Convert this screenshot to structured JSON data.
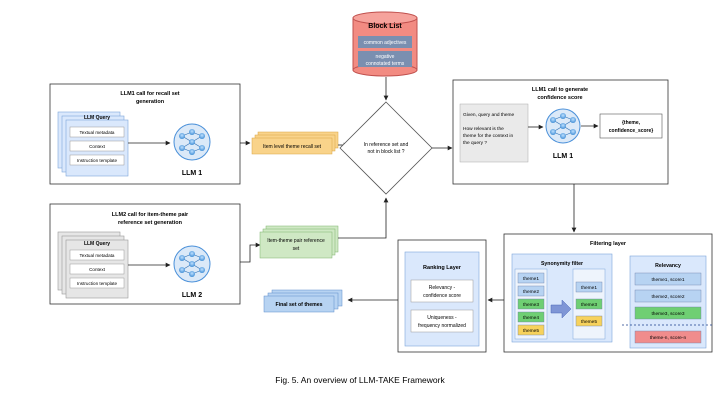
{
  "block_list": {
    "title": "Block List",
    "item1": "common adjectives",
    "item2a": "negative",
    "item2b": "connotated terms"
  },
  "llm1_recall": {
    "title_line1": "LLM1 call for recall set",
    "title_line2": "generation",
    "query_title": "LLM Query",
    "field1": "Textual metadata",
    "field2": "Context",
    "field3": "Instruction template",
    "model_label": "LLM 1"
  },
  "llm2_pair": {
    "title_line1": "LLM2 call for item-theme pair",
    "title_line2": "reference set generation",
    "query_title": "LLM Query",
    "field1": "Textual metadata",
    "field2": "Context",
    "field3": "Instruction template",
    "model_label": "LLM 2"
  },
  "recall_set": {
    "label": "Item level theme recall set",
    "color": "#f9d38a"
  },
  "pair_set": {
    "label_line1": "Item-theme pair reference",
    "label_line2": "set",
    "color": "#cfe8c4"
  },
  "decision": {
    "line1": "In reference set and",
    "line2": "not in block list ?"
  },
  "confidence": {
    "title_line1": "LLM1 call to generate",
    "title_line2": "confidence score",
    "prompt_line1": "Given, query and theme",
    "prompt_line2": "How relevant is the",
    "prompt_line3": "theme for the context in",
    "prompt_line4": "the query ?",
    "output_line1": "{theme,",
    "output_line2": "confidence_score}",
    "model_label": "LLM 1"
  },
  "filtering": {
    "title": "Filtering layer",
    "synonymity_title": "Synonymity filter",
    "left_themes": [
      "theme1",
      "theme2",
      "theme3",
      "theme4",
      "theme5"
    ],
    "right_themes": [
      "theme1",
      "theme3",
      "theme5"
    ],
    "relevancy_title": "Relevancy",
    "relevancy_items": [
      "theme1, score1",
      "theme2, score2",
      "theme3, score3",
      "theme-n, score-n"
    ]
  },
  "ranking": {
    "title": "Ranking Layer",
    "rel_line1": "Relevancy -",
    "rel_line2": "confidence score",
    "uniq_line1": "Uniqueness -",
    "uniq_line2": "frequency normalized"
  },
  "final": {
    "label": "Final set of themes"
  },
  "caption": "Fig. 5.   An overview of LLM-TAKE Framework",
  "colors": {
    "blue_box": "#dae8fc",
    "theme_blue": "#b7d3f2",
    "theme_green": "#6fcf73",
    "theme_yellow": "#f7d25c",
    "theme_red": "#f08c8c",
    "block_list_red": "#f28b82",
    "block_list_item": "#7a8fb0",
    "llm_icon": "#4a90d9"
  }
}
